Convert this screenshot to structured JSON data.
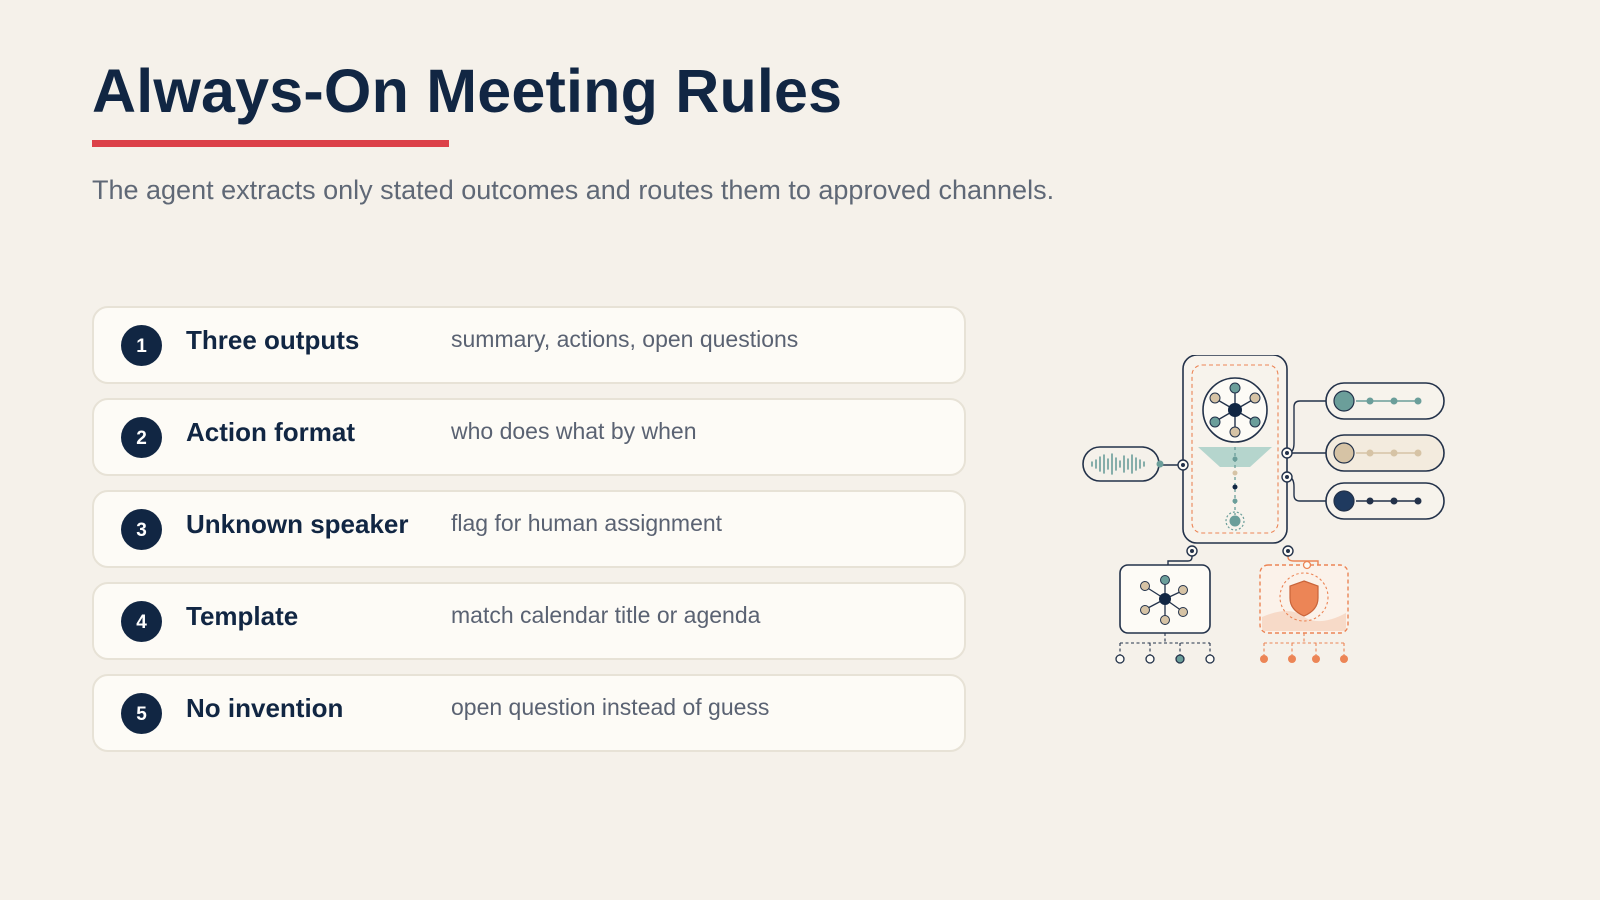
{
  "slide": {
    "title": "Always-On Meeting Rules",
    "subtitle": "The agent extracts only stated outcomes and routes them to approved channels."
  },
  "rules": [
    {
      "number": "1",
      "label": "Three outputs",
      "description": "summary, actions, open questions"
    },
    {
      "number": "2",
      "label": "Action format",
      "description": "who does what by when"
    },
    {
      "number": "3",
      "label": "Unknown speaker",
      "description": "flag for human assignment"
    },
    {
      "number": "4",
      "label": "Template",
      "description": "match calendar title or agenda"
    },
    {
      "number": "5",
      "label": "No invention",
      "description": "open question instead of guess"
    }
  ],
  "colors": {
    "background": "#f5f1ea",
    "navy": "#112643",
    "accent_red": "#dc4149",
    "teal": "#6b9e9a",
    "tan": "#d6c3a5",
    "orange": "#ec8556"
  },
  "illustration": {
    "icons": [
      "audio-waveform-icon",
      "agent-hub-icon",
      "output-channel-icon",
      "network-node-icon",
      "shield-icon"
    ]
  }
}
